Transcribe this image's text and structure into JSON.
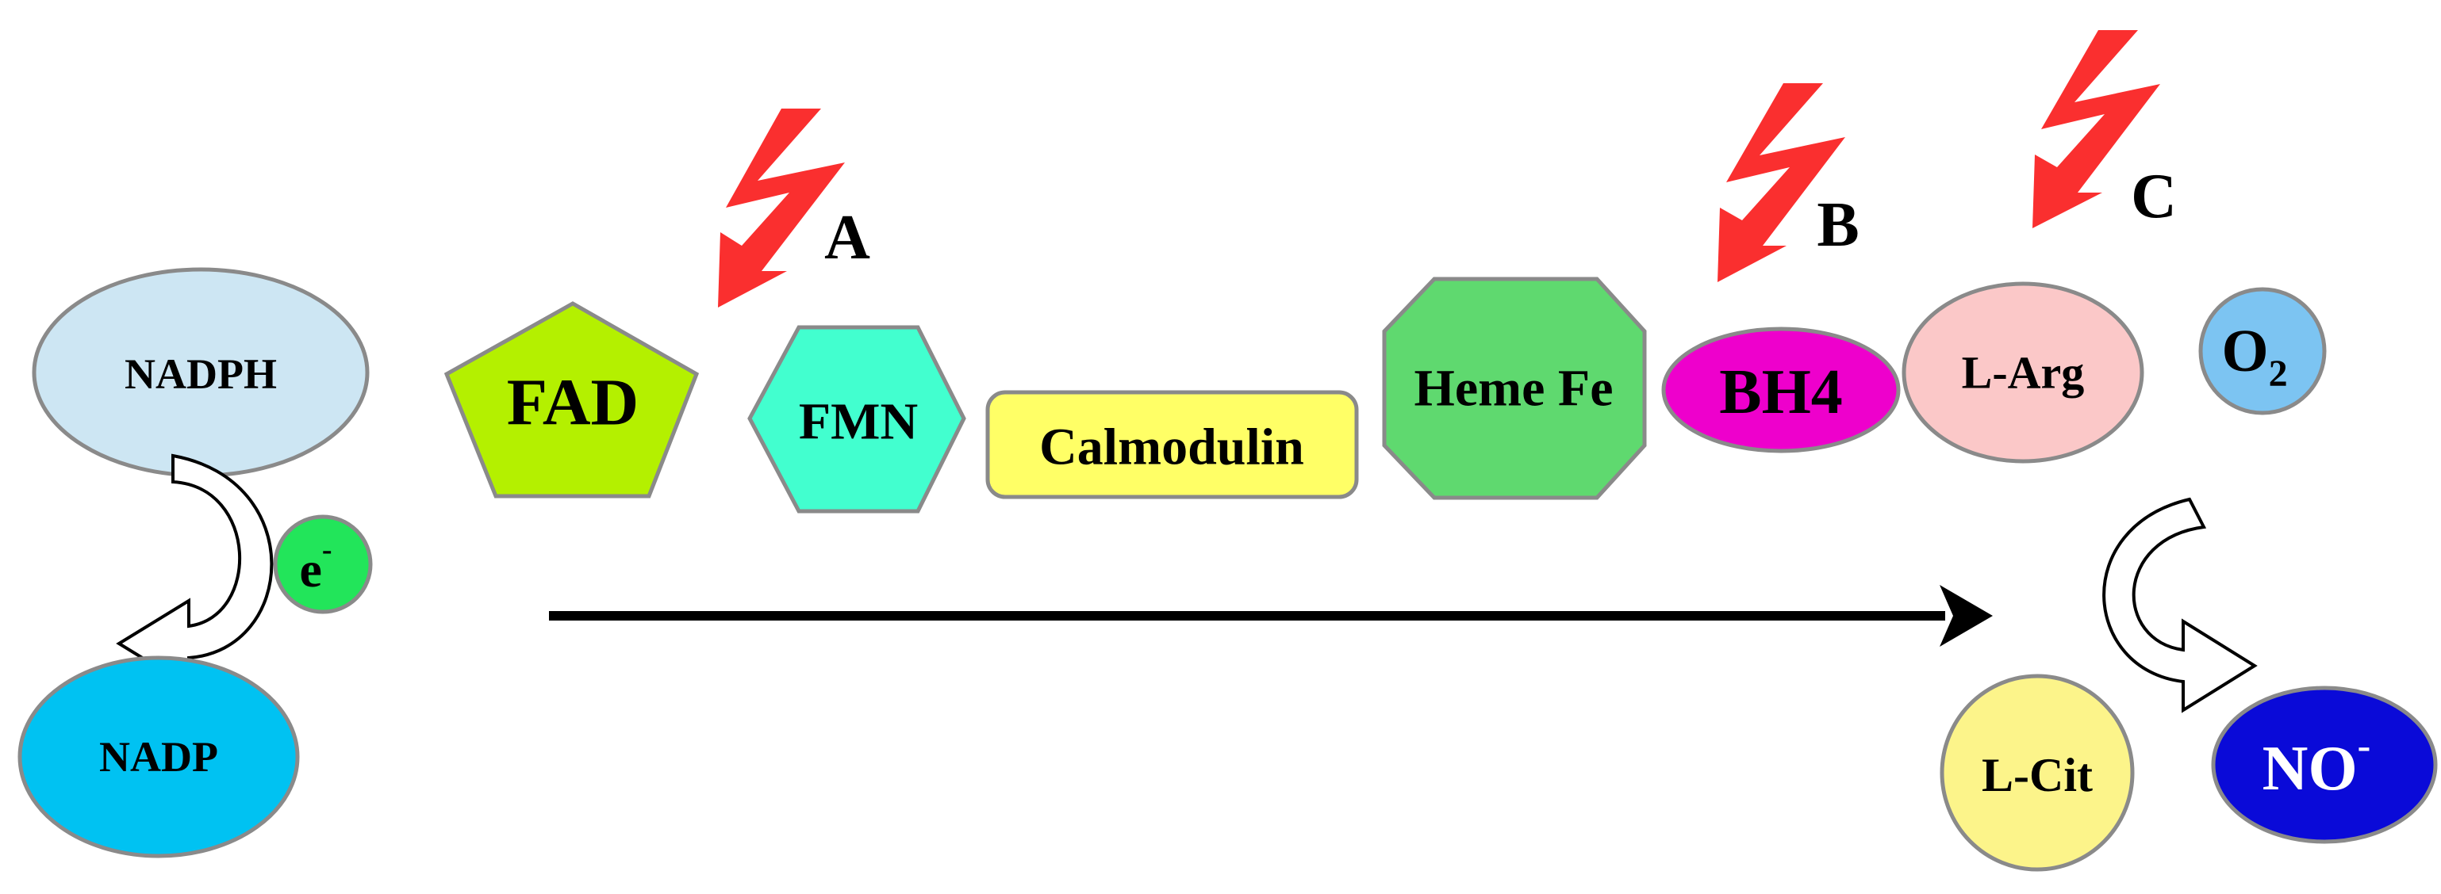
{
  "colors": {
    "nadph": "#cde6f3",
    "nadp": "#00c2f2",
    "electron": "#22e55a",
    "fad": "#b4f000",
    "fmn": "#42ffcf",
    "calmodulin": "#ffff66",
    "heme_fe": "#5fd96f",
    "bh4": "#ee00cc",
    "l_arg": "#fbc8c8",
    "o2": "#7cc4f2",
    "l_cit": "#fcf48a",
    "no": "#0a0ad8",
    "lightning": "#fa2f2f",
    "arrow": "#000000"
  },
  "labels": {
    "nadph": "NADPH",
    "nadp": "NADP",
    "electron": "e",
    "electron_sup": "-",
    "fad": "FAD",
    "fmn": "FMN",
    "calmodulin": "Calmodulin",
    "heme_fe": "Heme Fe",
    "bh4": "BH4",
    "l_arg": "L-Arg",
    "o2": "O",
    "o2_sub": "2",
    "l_cit": "L-Cit",
    "no": "NO",
    "no_sup": "-",
    "site_a": "A",
    "site_b": "B",
    "site_c": "C"
  },
  "icons": {
    "lightning": "lightning-bolt-icon",
    "curved_arrow": "curved-arrow-icon",
    "flow_arrow": "right-arrow-icon"
  }
}
